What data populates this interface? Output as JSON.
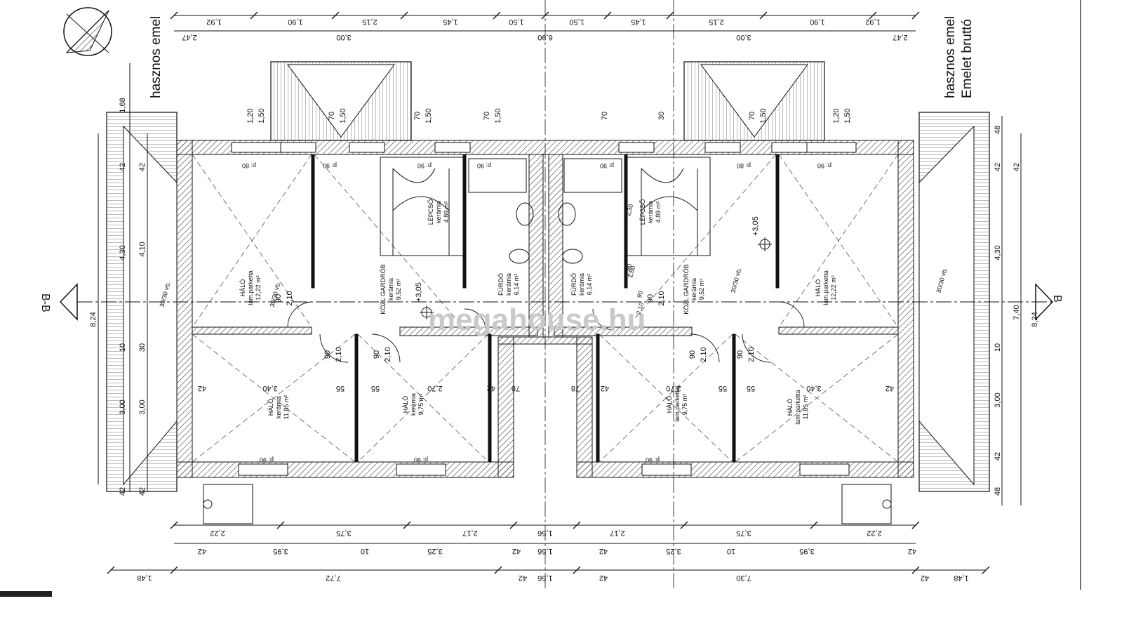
{
  "sheet": {
    "heading_left": "hasznos emel",
    "heading_right_1": "hasznos emel",
    "heading_right_2": "Emelet bruttó",
    "watermark": "megahouse.hu",
    "section_left": "B-B",
    "section_right": "B",
    "colors": {
      "line": "#111111",
      "wall_hatch": "#444444",
      "watermark": "#c9c9c9"
    }
  },
  "rooms": [
    {
      "name": "HÁLÓ",
      "floor": "lam.parketta",
      "area": "12,22 m²"
    },
    {
      "name": "LÉPCSŐ",
      "floor": "kerámia",
      "area": "4,89 m²"
    },
    {
      "name": "FÜRDŐ",
      "floor": "kerámia",
      "area": "6,14 m²"
    },
    {
      "name": "KÖZL GARDRÓB",
      "floor": "kerámia",
      "area": "9,52 m²"
    },
    {
      "name": "HÁLÓ",
      "floor": "kerámia",
      "area": "11,85 m²"
    },
    {
      "name": "HÁLÓ",
      "floor": "kerámia",
      "area": "9,75 m²"
    },
    {
      "name": "FÜRDŐ",
      "floor": "kerámia",
      "area": "6,14 m²"
    },
    {
      "name": "LÉPCSŐ",
      "floor": "kerámia",
      "area": "4,89 m²"
    },
    {
      "name": "KÖZL GARDRÓB",
      "floor": "kerámia",
      "area": "9,52 m²"
    },
    {
      "name": "HÁLÓ",
      "floor": "lam.parketta",
      "area": "12,22 m²"
    },
    {
      "name": "HÁLÓ",
      "floor": "lam.parketta",
      "area": "9,75 m²"
    },
    {
      "name": "HÁLÓ",
      "floor": "lam.parketta",
      "area": "11,85 m²"
    }
  ],
  "level": {
    "left": "+3,05",
    "right": "+3,05"
  },
  "dims_top_1": [
    "1,92",
    "1,90",
    "2,15",
    "1,45",
    "1,50",
    "1,50",
    "1,45",
    "2,15",
    "1,90",
    "1,92"
  ],
  "dims_top_2": [
    "2,47",
    "3,00",
    "6,90",
    "3,00",
    "2,47"
  ],
  "dims_bottom_1": [
    "2,22",
    "3,75",
    "2,17",
    "1,56",
    "2,17",
    "3,75",
    "2,22"
  ],
  "dims_bottom_2": [
    "42",
    "3,95",
    "10",
    "3,25",
    "42",
    "1,56",
    "42",
    "3,25",
    "10",
    "3,95",
    "42"
  ],
  "dims_bottom_3": [
    "1,48",
    "7,72",
    "42",
    "1,56",
    "42",
    "7,30",
    "42",
    "1,48"
  ],
  "dims_left": [
    "1,68",
    "42",
    "4,30",
    "10",
    "3,00",
    "42",
    "8,24",
    "42",
    "4,10",
    "30",
    "3,00",
    "42"
  ],
  "dims_right": [
    "48",
    "42",
    "4,30",
    "10",
    "3,00",
    "42",
    "48",
    "42",
    "7,40",
    "8,24"
  ],
  "interior_dims": [
    "42",
    "3,40",
    "55",
    "55",
    "2,70",
    "42",
    "78",
    "78",
    "42",
    "2,70",
    "55",
    "55",
    "3,40",
    "42"
  ],
  "window_dims": [
    "1,20",
    "1,50",
    "70",
    "1,50",
    "70",
    "1,50",
    "70",
    "1,50",
    "70",
    "30",
    "1,20",
    "1,50",
    "70",
    "1,50"
  ],
  "door_labels": [
    "90",
    "2,10",
    "90",
    "2,10",
    "90",
    "2,10",
    "90",
    "2,10",
    "90",
    "2,10",
    "90",
    "2,10"
  ],
  "door_heights": [
    "p: 80",
    "p: 90",
    "p: 90",
    "p: 90",
    "p: 90",
    "p: 80",
    "p: 90",
    "p: 90",
    "p: 90",
    "p: 90"
  ],
  "tags": [
    "30/30 vb.",
    "30/30 vb.",
    "30/30 vb.",
    "30/30 vb.",
    "1,80",
    "2,30",
    "90",
    "1,80",
    "2,10"
  ]
}
